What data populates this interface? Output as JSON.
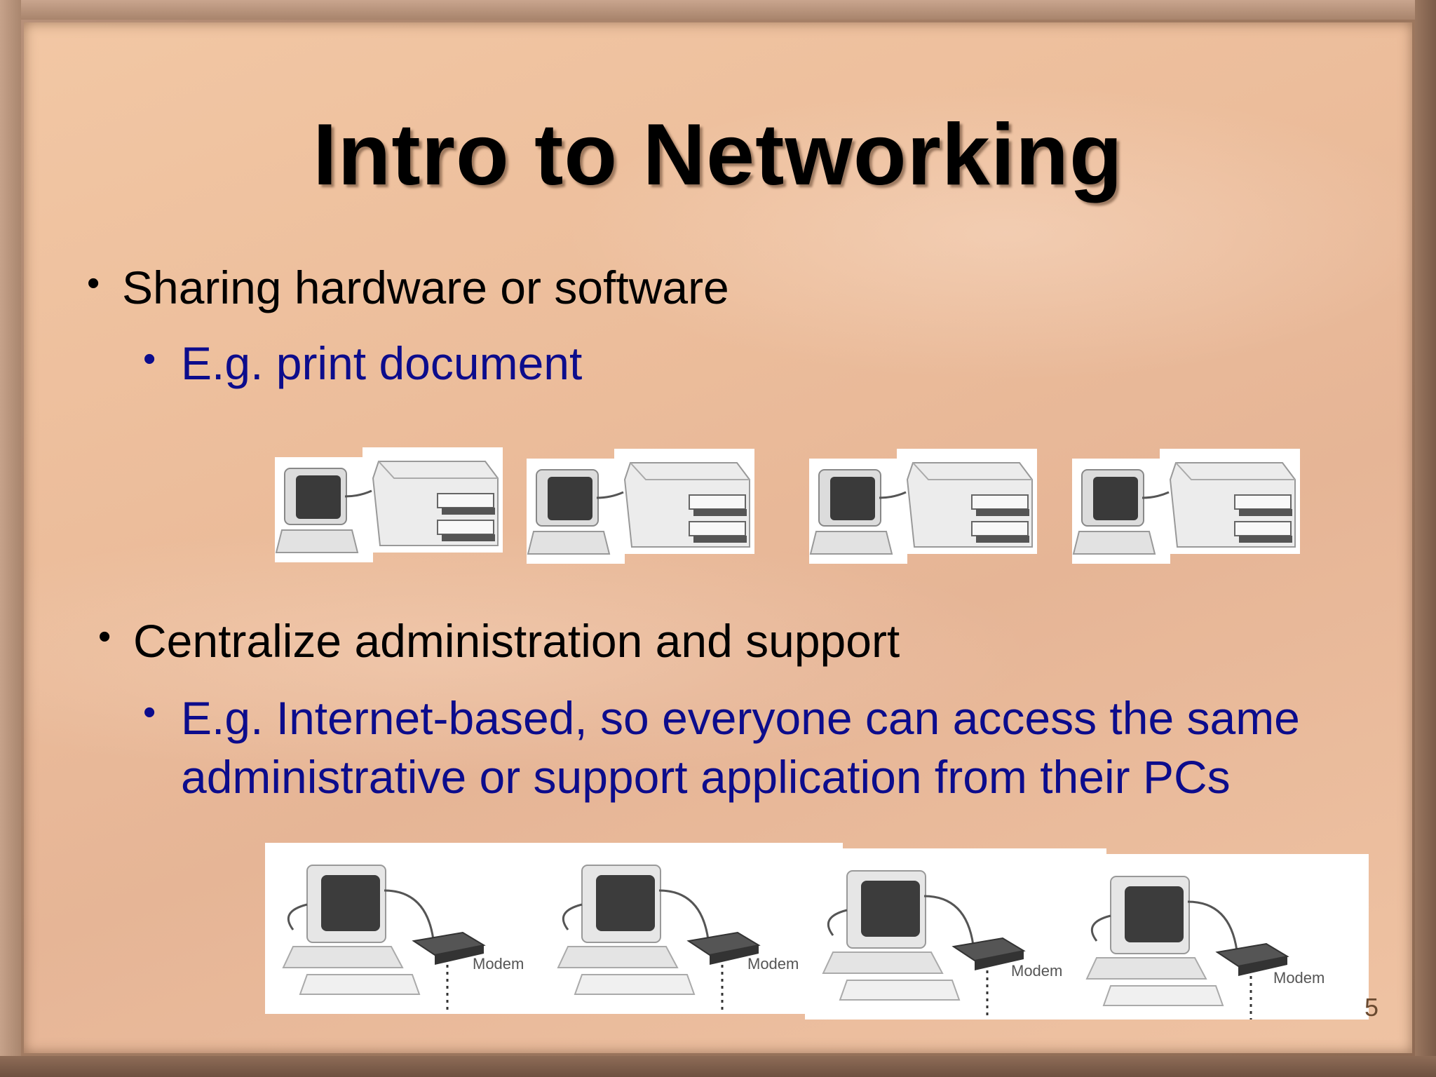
{
  "slide": {
    "title": "Intro to Networking",
    "page_number": "5"
  },
  "bullets": {
    "sharing": "Sharing hardware or software",
    "sharing_example": "E.g. print document",
    "centralize": "Centralize administration and support",
    "centralize_example_line1": "E.g. Internet-based, so everyone can access the same",
    "centralize_example_line2": "administrative or support application from their PCs"
  },
  "images": {
    "modem_label": "Modem"
  },
  "colors": {
    "sub_bullet": "#0c0c8c",
    "background": "#ecbd9b"
  }
}
